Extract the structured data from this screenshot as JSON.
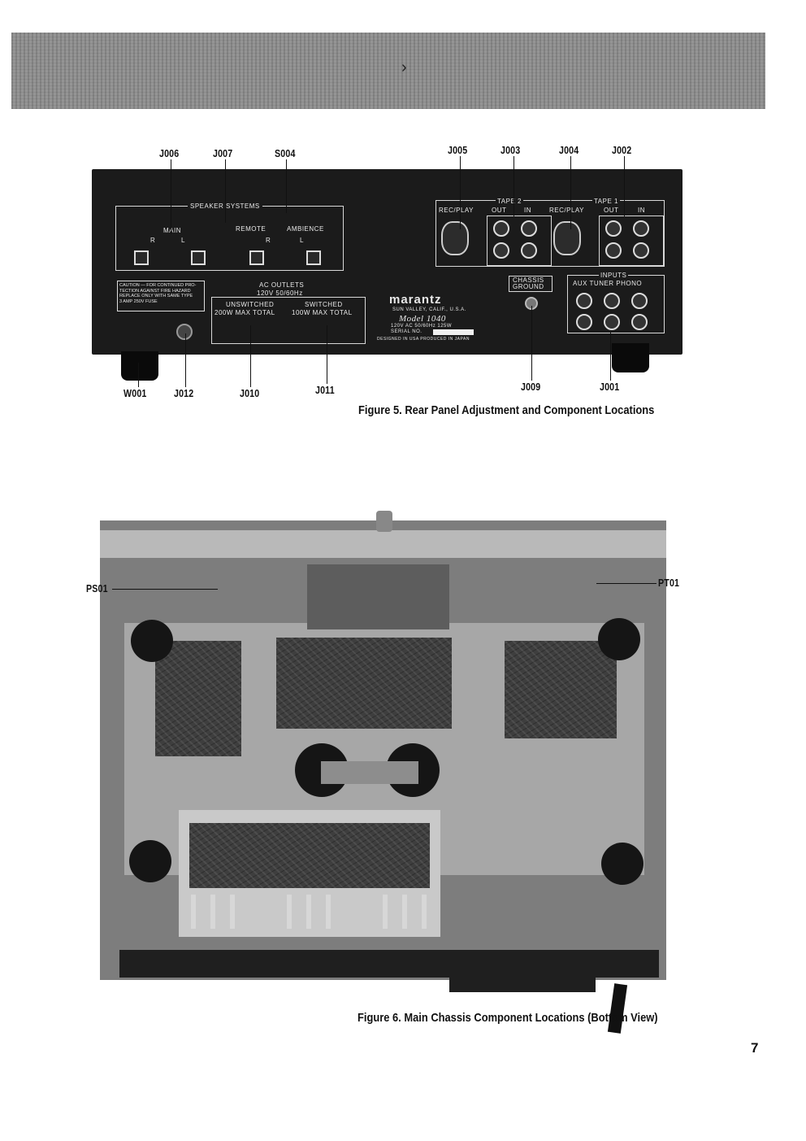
{
  "figure5": {
    "top_labels": [
      "J006",
      "J007",
      "S004",
      "J005",
      "J003",
      "J004",
      "J002"
    ],
    "bottom_labels": [
      "W001",
      "J012",
      "J010",
      "J011",
      "J009",
      "J001"
    ],
    "caption": "Figure 5.    Rear Panel Adjustment and Component Locations",
    "panel_text": {
      "speaker_systems": "SPEAKER SYSTEMS",
      "main": "MAIN",
      "remote": "REMOTE",
      "ambience": "AMBIENCE",
      "r": "R",
      "l": "L",
      "caution_lines": [
        "CAUTION — FOR CONTINUED PRO-",
        "TECTION AGAINST FIRE HAZARD",
        "REPLACE ONLY WITH SAME TYPE",
        "3 AMP  250V FUSE"
      ],
      "ac_outlets": "AC OUTLETS",
      "ac_rating": "120V 50/60Hz",
      "unswitched": "UNSWITCHED",
      "unswitched_max": "200W MAX TOTAL",
      "switched": "SWITCHED",
      "switched_max": "100W MAX TOTAL",
      "brand": "marantz",
      "location": "SUN VALLEY, CALIF., U.S.A.",
      "model": "Model 1040",
      "power_rating": "120V AC 50/60Hz 125W",
      "serial": "SERIAL NO.",
      "origin": "DESIGNED IN USA  PRODUCED IN JAPAN",
      "tape2": "TAPE 2",
      "tape1": "TAPE 1",
      "rec_play": "REC/PLAY",
      "out": "OUT",
      "in": "IN",
      "chassis_ground": [
        "CHASSIS",
        "GROUND"
      ],
      "inputs": "INPUTS",
      "inputs_sub": "AUX  TUNER  PHONO"
    }
  },
  "figure6": {
    "labels": [
      "PS01",
      "PT01"
    ],
    "caption": "Figure 6.    Main Chassis Component Locations (Bottom View)"
  },
  "page_number": "7"
}
